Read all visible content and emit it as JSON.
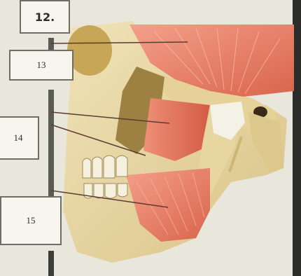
{
  "labels": {
    "label_12": "12.",
    "label_13": "13",
    "label_14": "14",
    "label_15": "15"
  },
  "colors": {
    "background": "#e9e6dc",
    "bone": "#e8d7a6",
    "muscle": "#e0735a",
    "leader_line": "#5c3b33",
    "vertical_bar": "#5a5a55"
  }
}
